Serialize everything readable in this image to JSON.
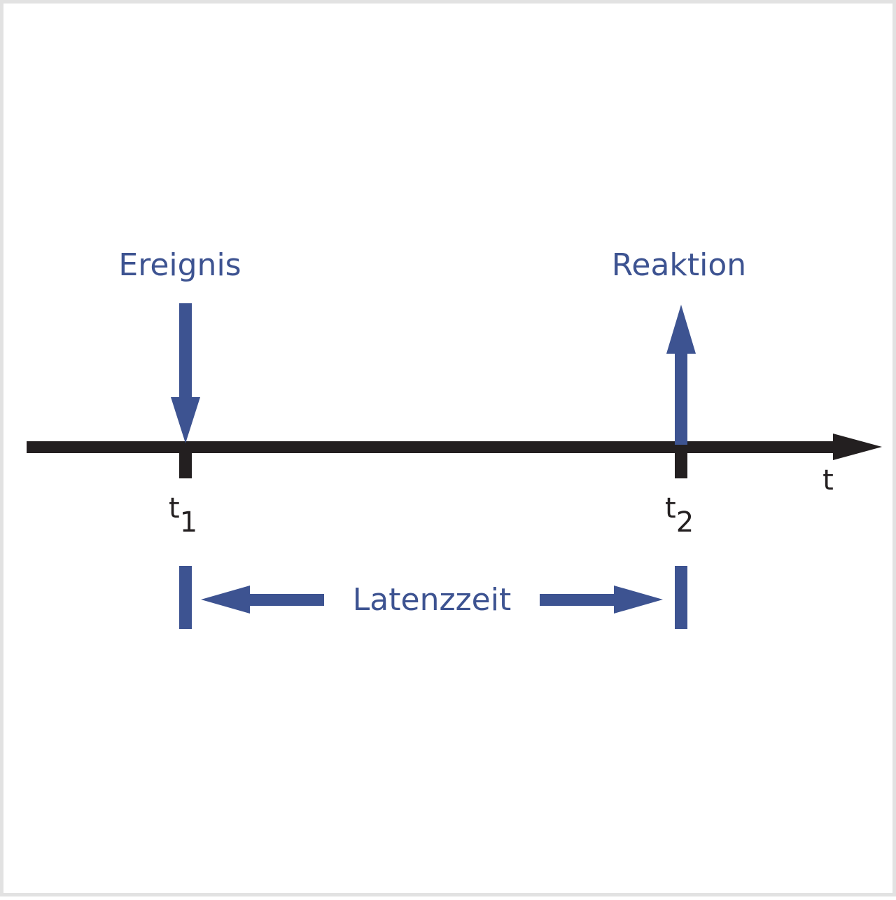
{
  "labels": {
    "event": "Ereignis",
    "reaction": "Reaktion",
    "latency": "Latenzzeit",
    "axis": "t",
    "t1_base": "t",
    "t1_sub": "1",
    "t2_base": "t",
    "t2_sub": "2"
  },
  "colors": {
    "accent": "#3d5391",
    "axis": "#231f20"
  }
}
